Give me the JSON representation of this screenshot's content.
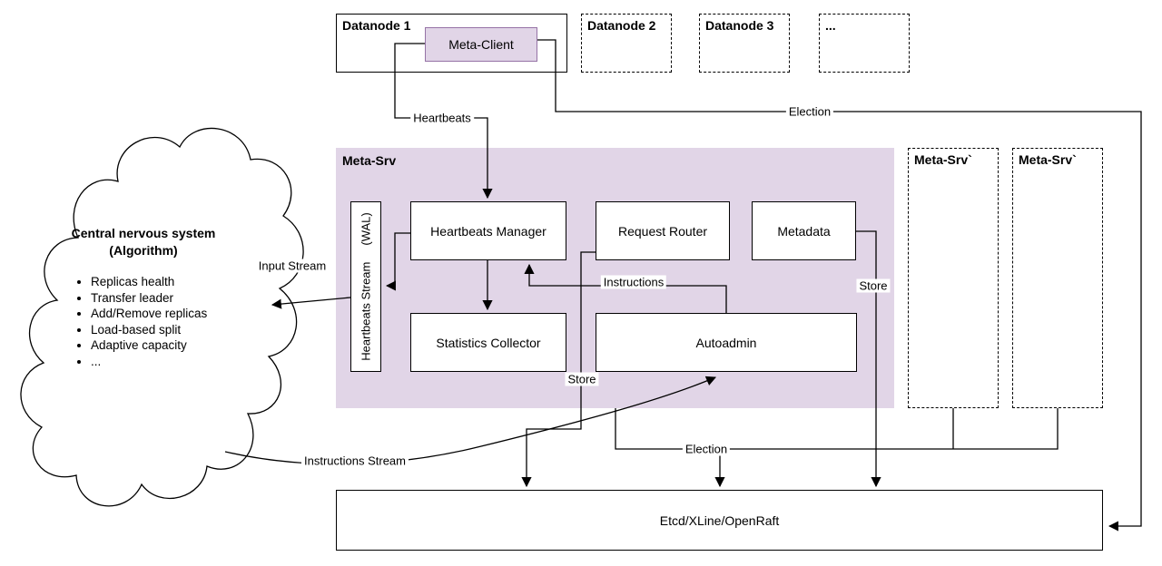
{
  "colors": {
    "meta_fill": "#e1d5e7",
    "meta_border": "#9673a6",
    "line": "#000000",
    "background": "#ffffff"
  },
  "cloud": {
    "title_line1": "Central nervous system",
    "title_line2": "(Algorithm)",
    "bullets": [
      "Replicas health",
      "Transfer leader",
      "Add/Remove replicas",
      "Load-based split",
      "Adaptive capacity",
      "..."
    ]
  },
  "nodes": {
    "datanode1": "Datanode 1",
    "meta_client": "Meta-Client",
    "datanode2": "Datanode 2",
    "datanode3": "Datanode 3",
    "datanode_more": "...",
    "meta_srv": "Meta-Srv",
    "wal_stream": "Heartbeats Stream",
    "wal_suffix": "(WAL)",
    "heartbeats_manager": "Heartbeats Manager",
    "request_router": "Request Router",
    "metadata": "Metadata",
    "statistics_collector": "Statistics Collector",
    "autoadmin": "Autoadmin",
    "meta_srv_standby_1": "Meta-Srv`",
    "meta_srv_standby_2": "Meta-Srv`",
    "consensus": "Etcd/XLine/OpenRaft"
  },
  "edges": {
    "heartbeats": "Heartbeats",
    "election_top": "Election",
    "input_stream": "Input Stream",
    "instructions": "Instructions",
    "store_left": "Store",
    "store_right": "Store",
    "instructions_stream": "Instructions Stream",
    "election_bottom": "Election"
  }
}
